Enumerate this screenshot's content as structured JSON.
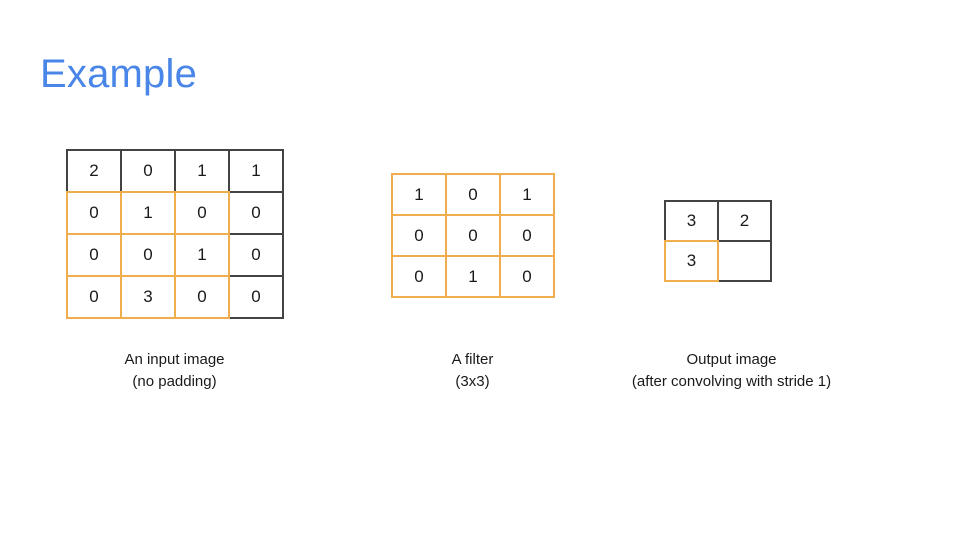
{
  "slide": {
    "title": "Example",
    "title_color": "#4a86e8",
    "background": "#ffffff"
  },
  "colors": {
    "highlight_border": "#f0ad4e",
    "normal_border": "#434343",
    "text": "#1a1a1a"
  },
  "figures": {
    "input": {
      "caption_line1": "An input image",
      "caption_line2": "(no padding)",
      "rows": 4,
      "cols": 4,
      "values": [
        [
          "2",
          "0",
          "1",
          "1"
        ],
        [
          "0",
          "1",
          "0",
          "0"
        ],
        [
          "0",
          "0",
          "1",
          "0"
        ],
        [
          "0",
          "3",
          "0",
          "0"
        ]
      ],
      "highlight_window": {
        "row_start": 1,
        "row_end": 3,
        "col_start": 0,
        "col_end": 2
      }
    },
    "filter": {
      "caption_line1": "A filter",
      "caption_line2": "(3x3)",
      "rows": 3,
      "cols": 3,
      "values": [
        [
          "1",
          "0",
          "1"
        ],
        [
          "0",
          "0",
          "0"
        ],
        [
          "0",
          "1",
          "0"
        ]
      ],
      "all_highlighted": true
    },
    "output": {
      "caption_line1": "Output image",
      "caption_line2": "(after convolving with stride 1)",
      "rows": 2,
      "cols": 2,
      "values": [
        [
          "3",
          "2"
        ],
        [
          "3",
          ""
        ]
      ],
      "highlight_window": {
        "row_start": 1,
        "row_end": 1,
        "col_start": 0,
        "col_end": 0
      }
    }
  }
}
